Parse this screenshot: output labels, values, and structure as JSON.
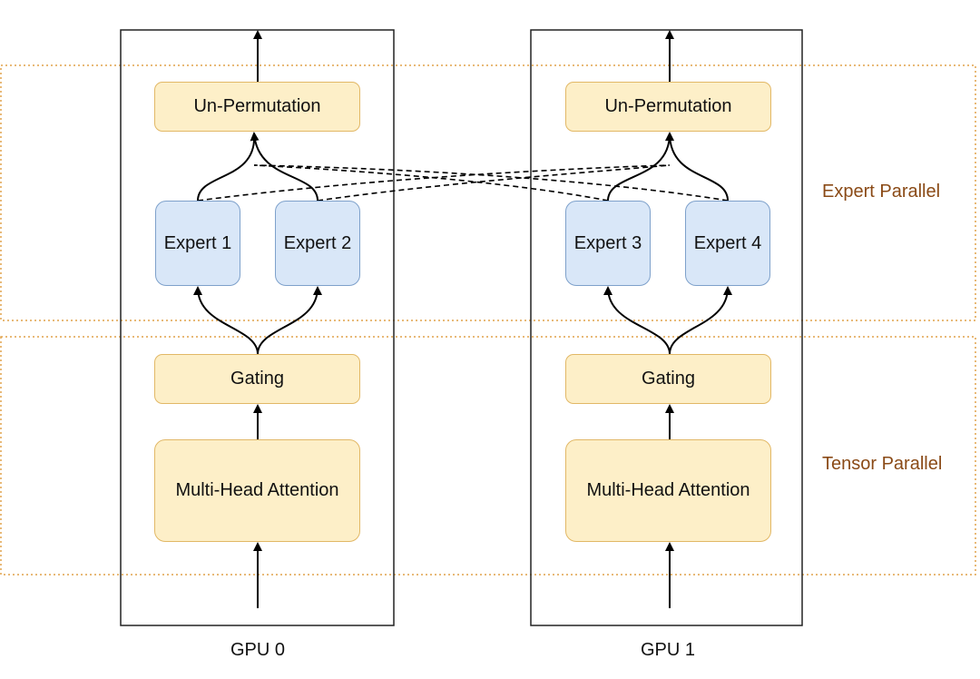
{
  "regions": [
    {
      "key": "expert",
      "label": "Expert Parallel",
      "color": "#e0a24a"
    },
    {
      "key": "tensor",
      "label": "Tensor Parallel",
      "color": "#e0a24a"
    }
  ],
  "gpus": [
    {
      "label": "GPU 0",
      "blocks": {
        "unperm": "Un-Permutation",
        "gating": "Gating",
        "mha": "Multi-Head Attention"
      },
      "experts": [
        "Expert 1",
        "Expert 2"
      ]
    },
    {
      "label": "GPU 1",
      "blocks": {
        "unperm": "Un-Permutation",
        "gating": "Gating",
        "mha": "Multi-Head Attention"
      },
      "experts": [
        "Expert 3",
        "Expert 4"
      ]
    }
  ],
  "colors": {
    "block_fill": "#fdefc8",
    "block_stroke": "#e2b866",
    "expert_fill": "#d9e7f8",
    "expert_stroke": "#7ea1cb",
    "region_text": "#8a4a16"
  }
}
